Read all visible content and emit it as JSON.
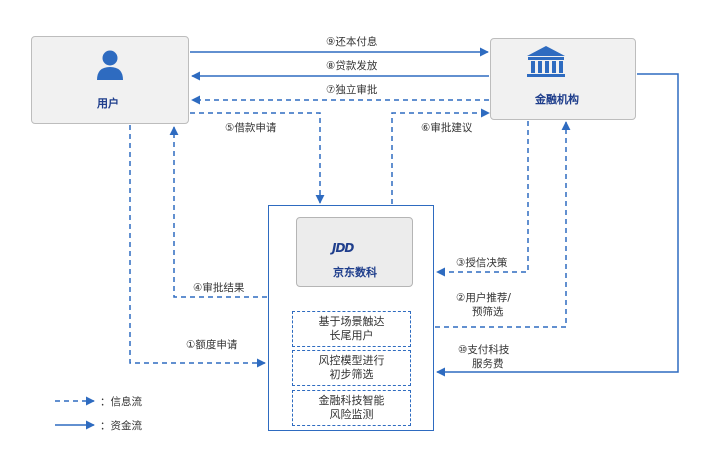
{
  "nodes": {
    "user": "用户",
    "bank": "金融机构",
    "jd_logo": "JDD",
    "jd": "京东数科"
  },
  "features": [
    [
      "基于场景触达",
      "长尾用户"
    ],
    [
      "风控模型进行",
      "初步筛选"
    ],
    [
      "金融科技智能",
      "风险监测"
    ]
  ],
  "edges": {
    "e9": "⑨还本付息",
    "e8": "⑧贷款发放",
    "e7": "⑦独立审批",
    "e5": "⑤借款申请",
    "e6": "⑥审批建议",
    "e3": "③授信决策",
    "e4": "④审批结果",
    "e2a": "②用户推荐/",
    "e2b": "预筛选",
    "e1": "①额度申请",
    "e10a": "⑩支付科技",
    "e10b": "服务费"
  },
  "legend": {
    "info": "：信息流",
    "fund": "：资金流"
  },
  "colors": {
    "line": "#2e6bc0",
    "title": "#1f3e8c",
    "icon": "#2e6bc0"
  }
}
